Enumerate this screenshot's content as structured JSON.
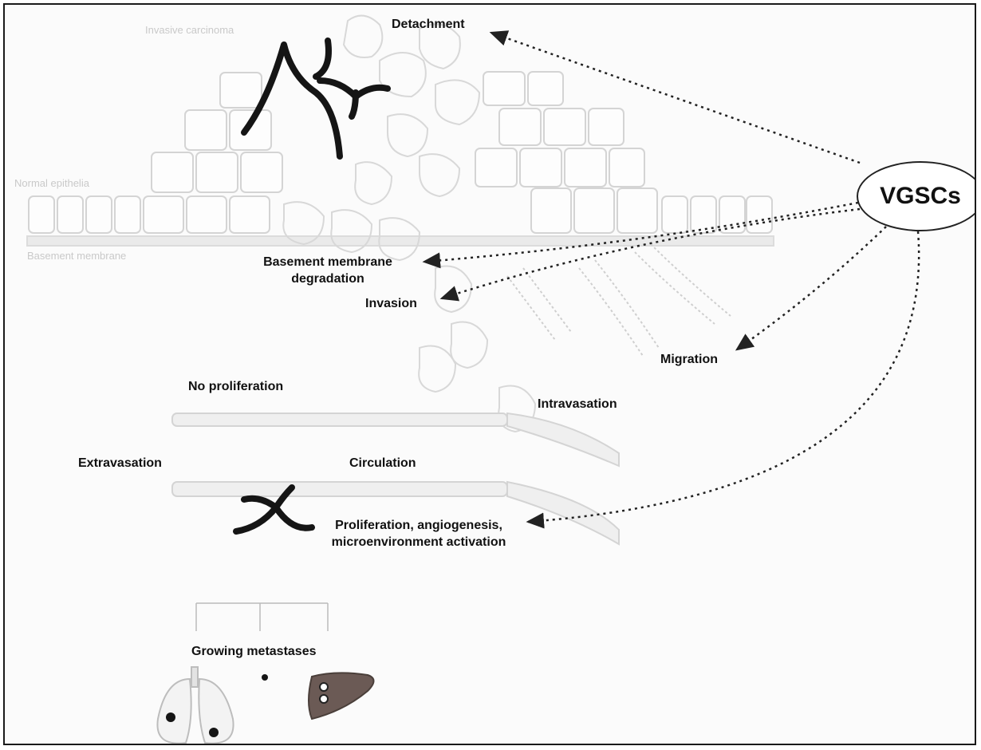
{
  "diagram": {
    "center_node": "VGSCs",
    "faint_labels": {
      "invasive_carcinoma": "Invasive carcinoma",
      "normal_epithelia": "Normal epithelia",
      "basement_membrane": "Basement membrane"
    },
    "labels": {
      "detachment": "Detachment",
      "basement_membrane_degradation": "Basement membrane degradation",
      "invasion": "Invasion",
      "migration": "Migration",
      "no_proliferation": "No proliferation",
      "intravasation": "Intravasation",
      "extravasation": "Extravasation",
      "circulation": "Circulation",
      "proliferation": "Proliferation, angiogenesis, microenvironment activation",
      "growing_metastases": "Growing metastases"
    },
    "arrow_targets": [
      "Detachment",
      "Basement membrane degradation",
      "Invasion",
      "Migration",
      "Proliferation, angiogenesis, microenvironment activation"
    ],
    "colors": {
      "line": "#222222",
      "faint": "#cfcfcf",
      "liver": "#6b5a55",
      "dark_cell": "#151515"
    }
  }
}
